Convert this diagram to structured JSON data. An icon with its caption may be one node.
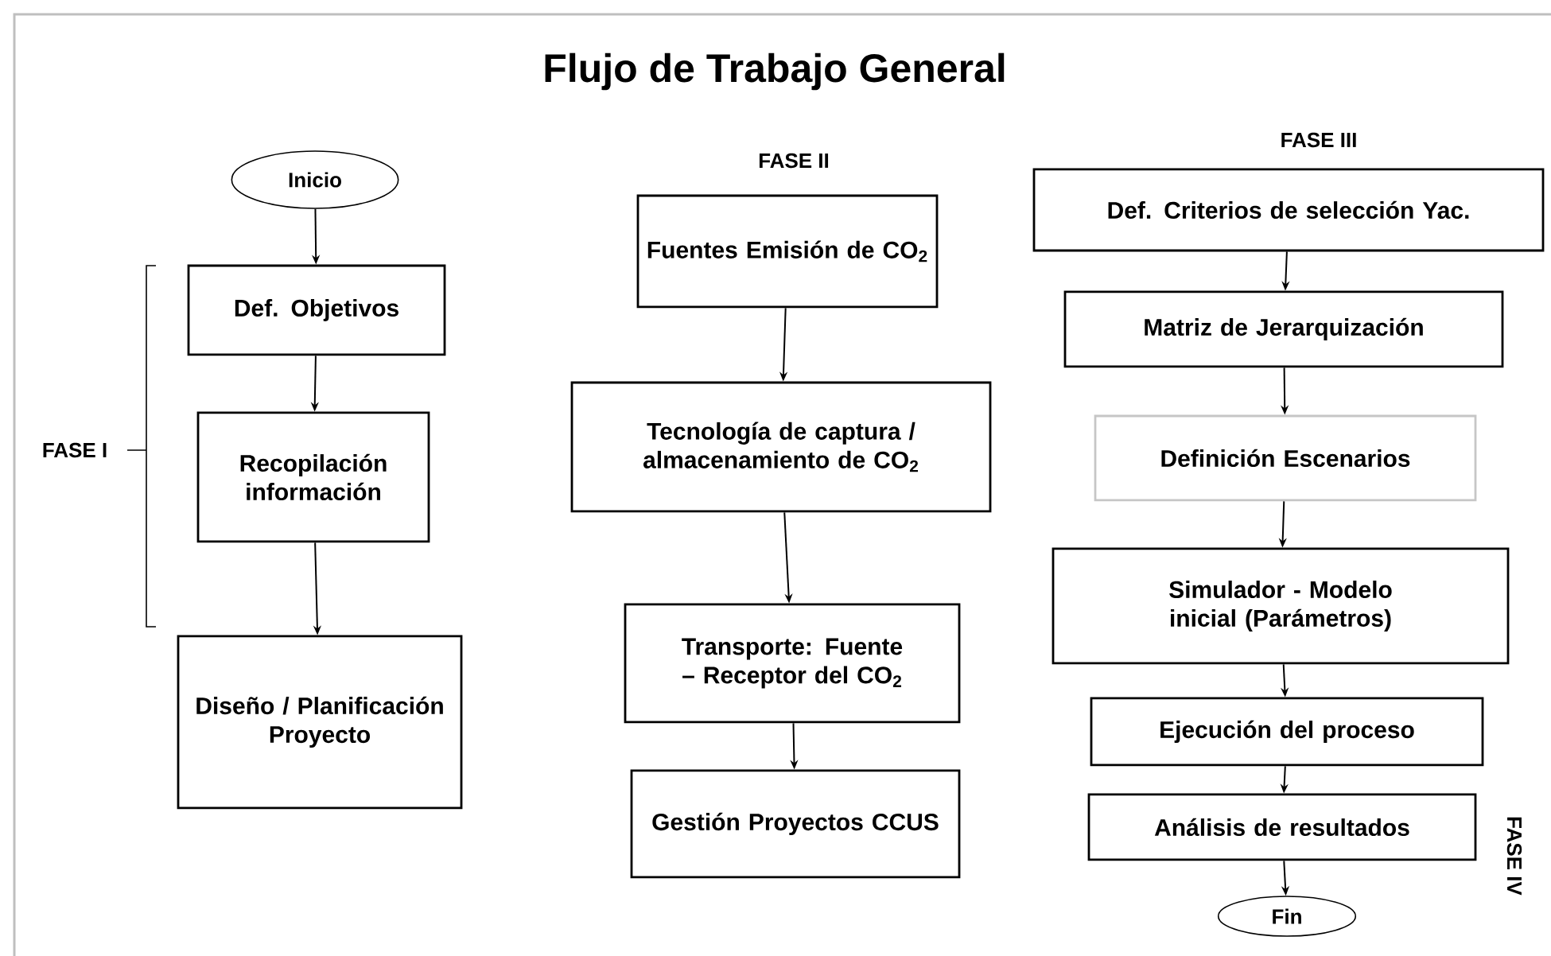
{
  "diagram": {
    "title": "Flujo de Trabajo General",
    "nodes": [
      {
        "text": [
          "Inicio"
        ]
      },
      {
        "text": [
          "Def. Objetivos"
        ]
      },
      {
        "text": [
          "Recopilación información"
        ]
      },
      {
        "text": [
          "Diseño / Planificación Proyecto"
        ]
      },
      {
        "text": [
          "Fuentes Emisión de CO$_{2}$"
        ]
      },
      {
        "text": [
          "Tecnología de captura / almacenamiento de CO$_{2}$"
        ]
      },
      {
        "text": [
          "Transporte: Fuente – Receptor del CO$_{2}$"
        ]
      },
      {
        "text": [
          "Gestión Proyectos CCUS"
        ]
      },
      {
        "text": [
          "Def. Criterios de selección Yac."
        ]
      },
      {
        "text": [
          "Matriz de Jerarquización"
        ]
      },
      {
        "text": [
          "Definición Escenarios"
        ]
      },
      {
        "text": [
          "Simulador - Modelo inicial (Parámetros)"
        ]
      },
      {
        "text": [
          "Ejecución del proceso"
        ]
      },
      {
        "text": [
          "Análisis de resultados"
        ]
      },
      {
        "text": [
          "Fin"
        ]
      }
    ],
    "edges": [
      {
        "from": 0,
        "to": 1,
        "arrow": "to"
      },
      {
        "from": 1,
        "to": 2,
        "arrow": "to"
      },
      {
        "from": 2,
        "to": 3,
        "arrow": "to"
      },
      {
        "from": 4,
        "to": 5,
        "arrow": "to"
      },
      {
        "from": 5,
        "to": 6,
        "arrow": "to"
      },
      {
        "from": 6,
        "to": 7,
        "arrow": "to"
      },
      {
        "from": 8,
        "to": 9,
        "arrow": "to"
      },
      {
        "from": 9,
        "to": 10,
        "arrow": "to"
      },
      {
        "from": 10,
        "to": 11,
        "arrow": "to"
      },
      {
        "from": 11,
        "to": 12,
        "arrow": "to"
      },
      {
        "from": 12,
        "to": 13,
        "arrow": "to"
      },
      {
        "from": 13,
        "to": 14,
        "arrow": "to"
      }
    ],
    "labels": [
      "FASE I",
      "FASE II",
      "FASE III",
      "FASE IV"
    ]
  }
}
